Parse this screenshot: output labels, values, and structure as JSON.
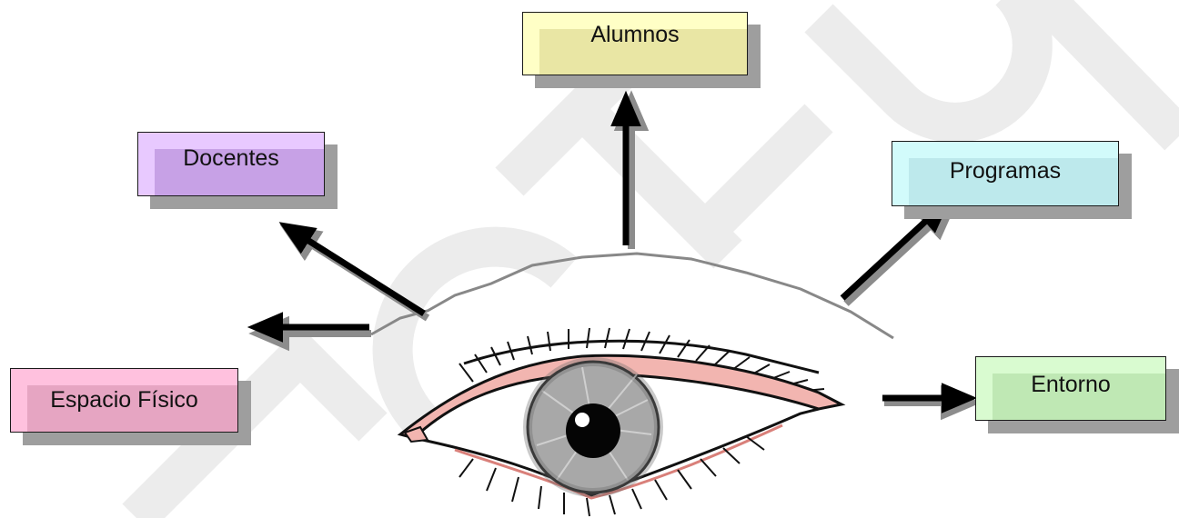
{
  "diagram": {
    "nodes": [
      {
        "id": "alumnos",
        "label": "Alumnos"
      },
      {
        "id": "docentes",
        "label": "Docentes"
      },
      {
        "id": "programas",
        "label": "Programas"
      },
      {
        "id": "espacio",
        "label": "Espacio Físico"
      },
      {
        "id": "entorno",
        "label": "Entorno"
      }
    ],
    "center": {
      "icon": "eye-icon"
    },
    "edges": [
      {
        "from": "eye",
        "to": "alumnos"
      },
      {
        "from": "eye",
        "to": "docentes"
      },
      {
        "from": "eye",
        "to": "programas"
      },
      {
        "from": "eye",
        "to": "espacio"
      },
      {
        "from": "eye",
        "to": "entorno"
      }
    ],
    "colors": {
      "alumnos": "#ffffc6",
      "docentes": "#e8c9ff",
      "programas": "#d2fbfb",
      "espacio": "#ffc1de",
      "entorno": "#d9fbd0",
      "shadow": "#9e9e9e",
      "arrow": "#000000"
    }
  }
}
